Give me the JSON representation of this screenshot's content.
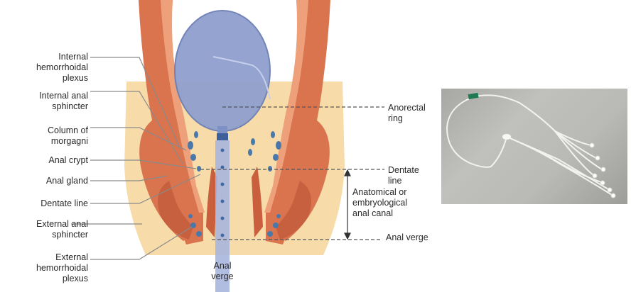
{
  "left_labels": [
    {
      "key": "internal_hemorrhoidal_plexus",
      "text": "Internal\nhemorrhoidal\nplexus"
    },
    {
      "key": "internal_anal_sphincter",
      "text": "Internal anal\nsphincter"
    },
    {
      "key": "column_of_morgagni",
      "text": "Column of\nmorgagni"
    },
    {
      "key": "anal_crypt",
      "text": "Anal crypt"
    },
    {
      "key": "anal_gland",
      "text": "Anal gland"
    },
    {
      "key": "dentate_line",
      "text": "Dentate line"
    },
    {
      "key": "external_anal_sphincter",
      "text": "External anal\nsphincter"
    },
    {
      "key": "external_hemorrhoidal_plexus",
      "text": "External\nhemorrhoidal\nplexus"
    }
  ],
  "right_labels": [
    {
      "key": "anorectal_ring",
      "text": "Anorectal\nring"
    },
    {
      "key": "dentate_line",
      "text": "Dentate\nline"
    },
    {
      "key": "anatomical_canal",
      "text": "Anatomical or\nembryological\nanal canal"
    },
    {
      "key": "anal_verge",
      "text": "Anal verge"
    }
  ],
  "bottom_label": "Anal\nverge",
  "colors": {
    "muscle": "#d9744e",
    "muscle_light": "#eea07a",
    "fat": "#f7dcaa",
    "balloon": "#8f9fce",
    "catheter": "#7f92c6",
    "leader_line": "#8a8a8a"
  }
}
